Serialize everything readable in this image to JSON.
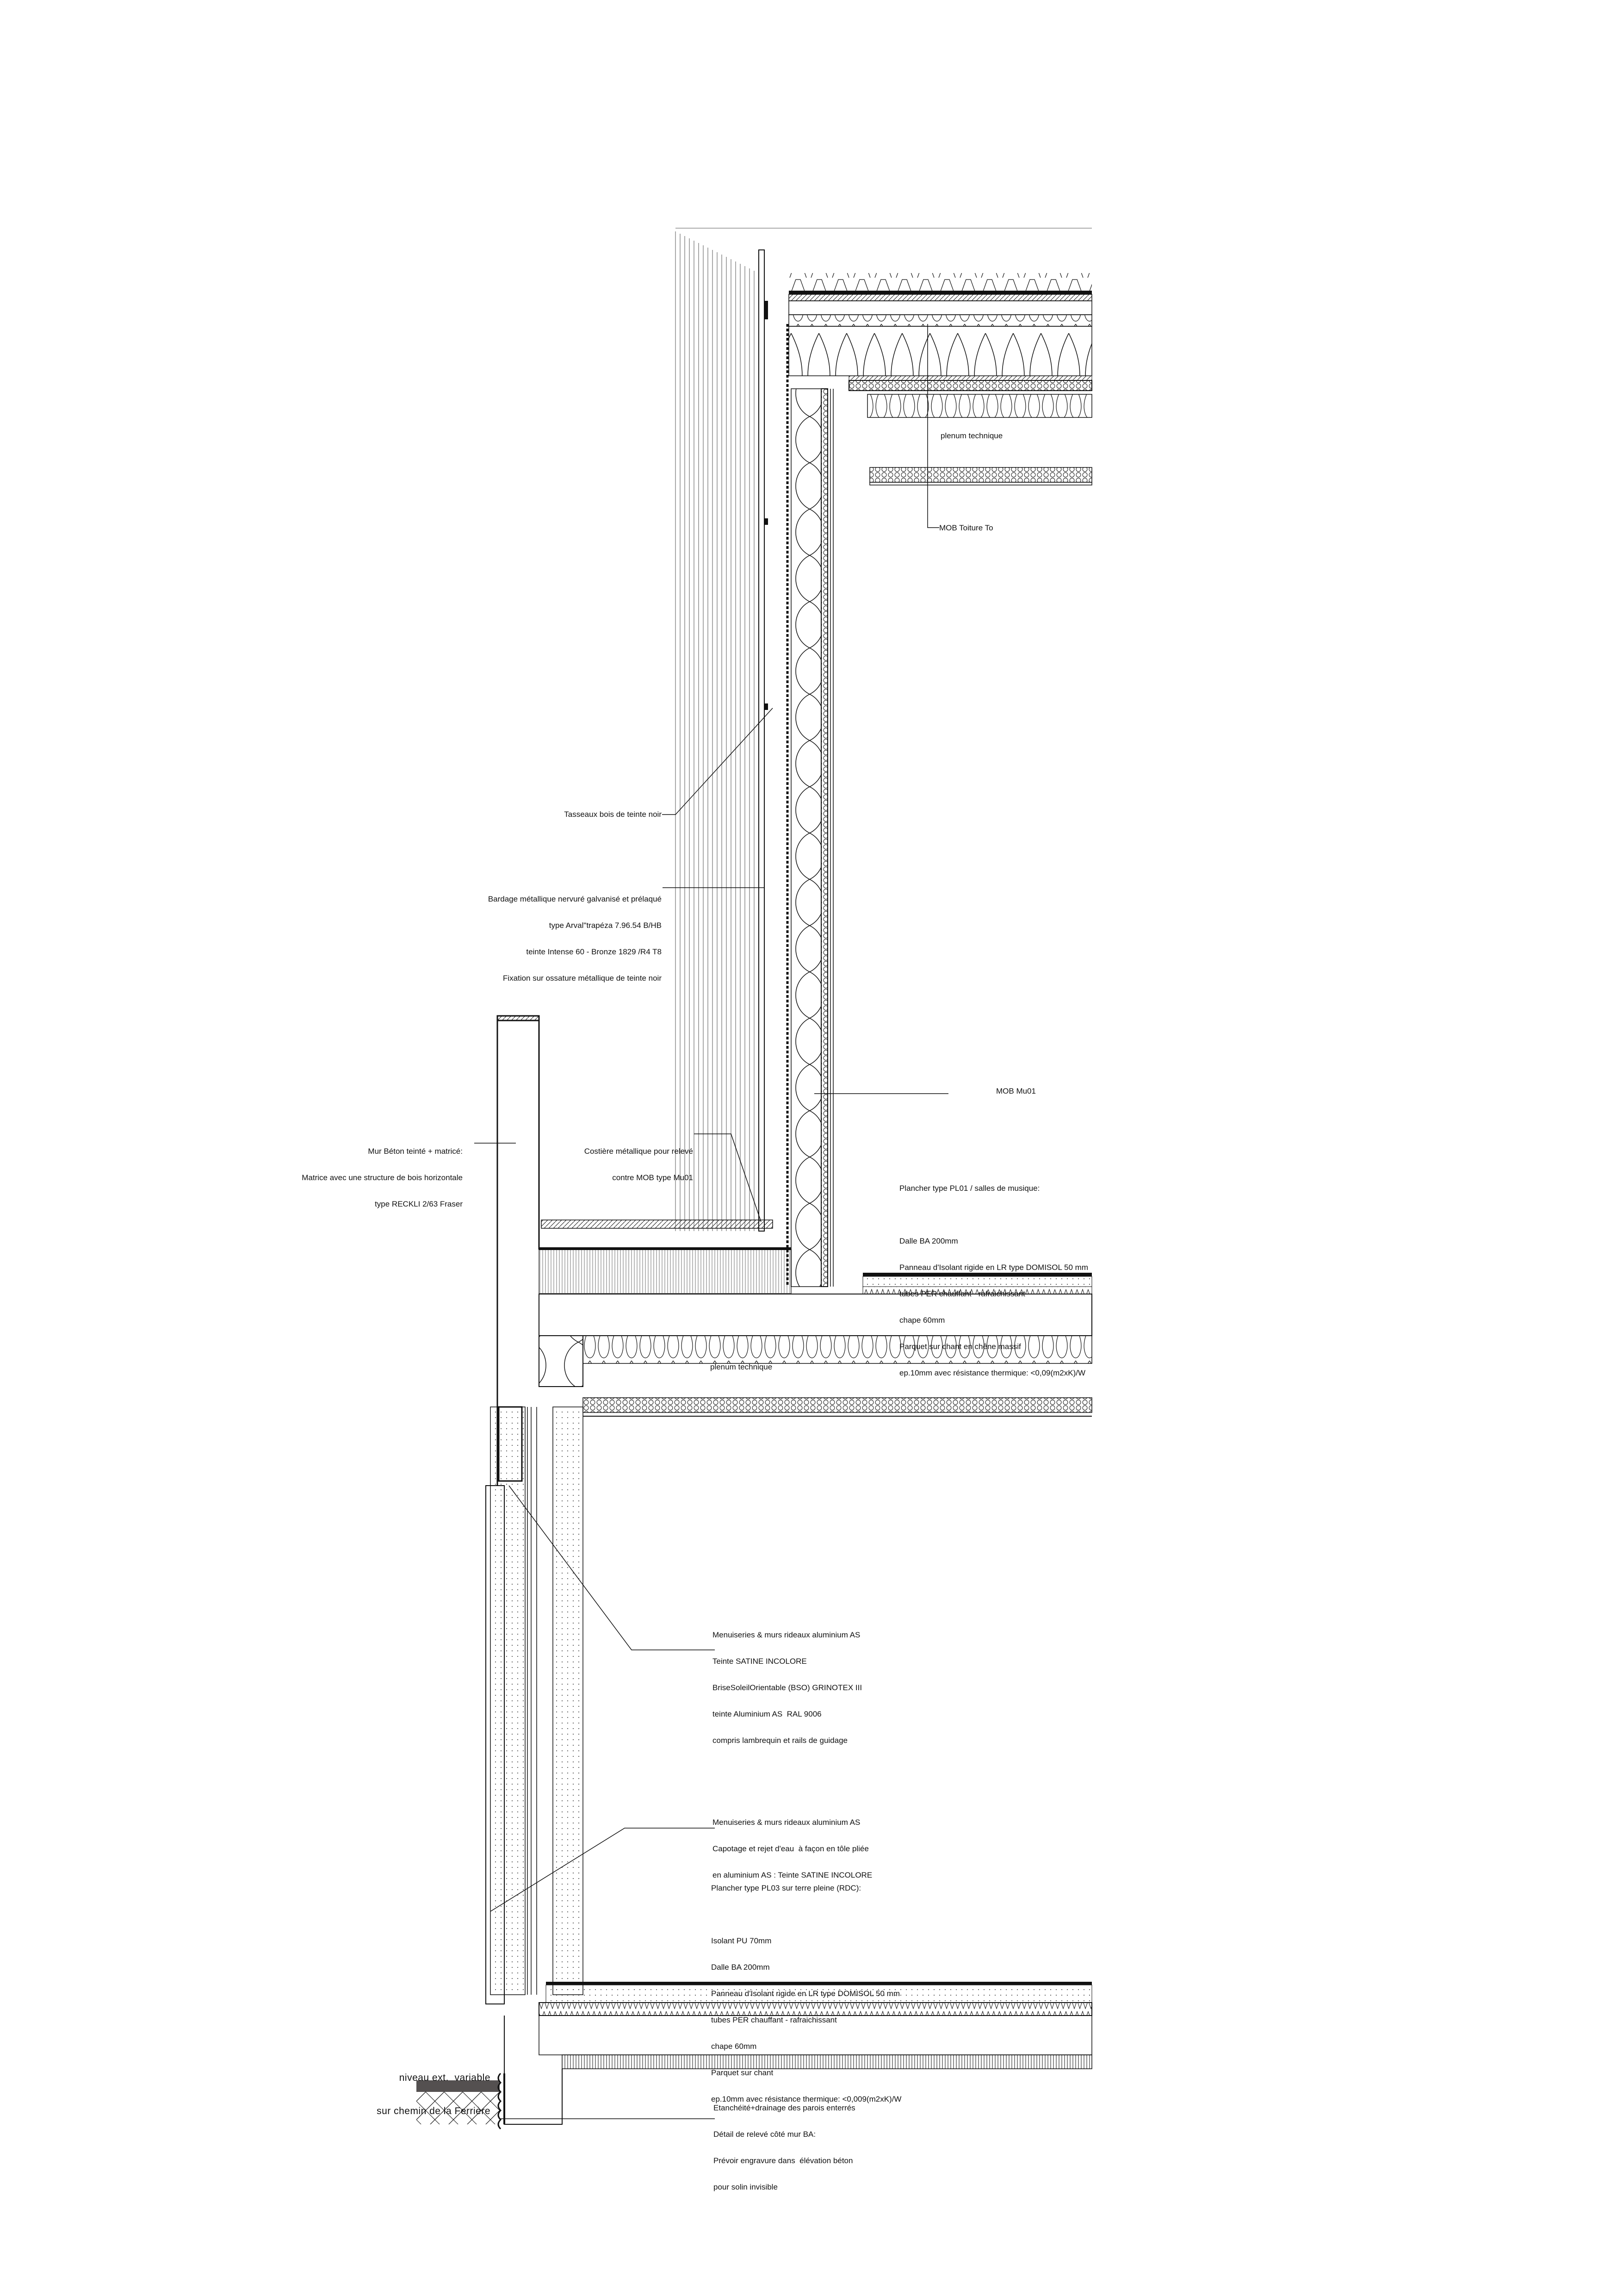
{
  "drawing": {
    "type": "architectural-wall-section",
    "colors": {
      "ink": "#111111",
      "grey_cladding": "#a8a8a8",
      "ground_slab": "#545050",
      "paper": "#ffffff"
    }
  },
  "labels": {
    "plenum_top": "plenum technique",
    "mob_toiture": "MOB Toiture To",
    "tasseaux": "Tasseaux bois de teinte noir",
    "bardage": [
      "Bardage métallique nervuré galvanisé et prélaqué",
      "type Arval\"trapéza 7.96.54 B/HB",
      "teinte Intense 60 - Bronze 1829 /R4 T8",
      "Fixation sur ossature métallique de teinte noir"
    ],
    "mur_beton": [
      "Mur Béton teinté + matricé:",
      "Matrice avec une structure de bois horizontale",
      "type RECKLI 2/63 Fraser"
    ],
    "costiere": [
      "Costière métallique pour relevé",
      "contre MOB type Mu01"
    ],
    "mob_mu01": "MOB Mu01",
    "plancher_pl01": {
      "title": "Plancher type PL01 / salles de musique:",
      "lines": [
        "Dalle BA 200mm",
        "Panneau d'Isolant rigide en LR type DOMISOL 50 mm",
        "tubes PER chauffant - rafraichissant",
        "chape 60mm",
        "Parquet sur chant en chêne massif",
        "ep.10mm avec résistance thermique: <0,09(m2xK)/W"
      ]
    },
    "plenum_mid": "plenum technique",
    "menuiseries_1": [
      "Menuiseries & murs rideaux aluminium AS",
      "Teinte SATINE INCOLORE",
      "BriseSoleilOrientable (BSO) GRINOTEX III",
      "teinte Aluminium AS  RAL 9006",
      "compris lambrequin et rails de guidage"
    ],
    "menuiseries_2": [
      "Menuiseries & murs rideaux aluminium AS",
      "Capotage et rejet d'eau  à façon en tôle pliée",
      "en aluminium AS : Teinte SATINE INCOLORE"
    ],
    "plancher_pl03": {
      "title": "Plancher type PL03 sur terre pleine (RDC):",
      "lines": [
        "Isolant PU 70mm",
        "Dalle BA 200mm",
        "Panneau d'Isolant rigide en LR type DOMISOL 50 mm",
        "tubes PER chauffant - rafraichissant",
        "chape 60mm",
        "Parquet sur chant",
        "ep.10mm avec résistance thermique: <0,009(m2xK)/W"
      ]
    },
    "niveau_ext": [
      "niveau ext.  variable",
      "sur chemin de la Ferrière"
    ],
    "etancheite": [
      "Etanchéité+drainage des parois enterrés",
      "Détail de relevé côté mur BA:",
      "Prévoir engravure dans  élévation béton",
      "pour solin invisible"
    ]
  }
}
